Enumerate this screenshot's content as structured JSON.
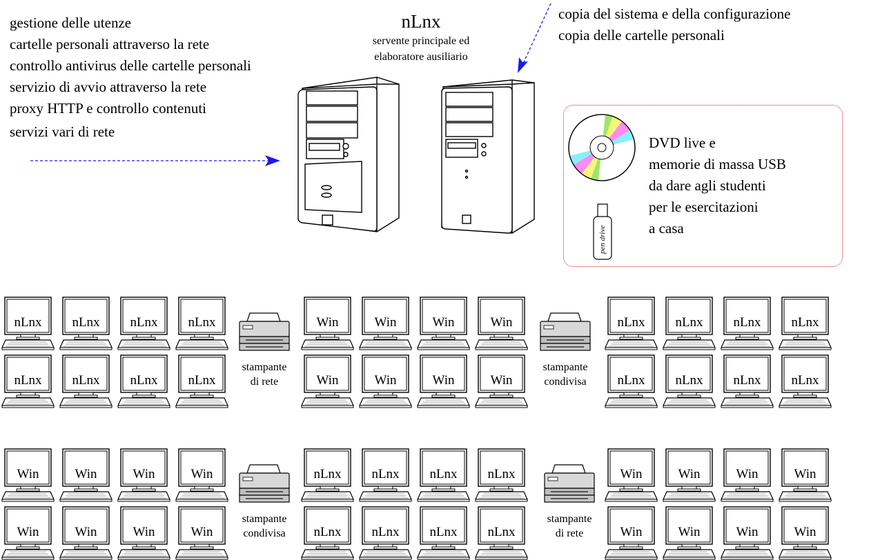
{
  "left_notes": [
    "gestione delle utenze",
    "cartelle personali attraverso la rete",
    "controllo antivirus delle cartelle personali",
    "servizio di avvio attraverso la rete",
    "proxy HTTP e controllo contenuti",
    "servizi vari di rete"
  ],
  "right_notes": [
    "copia del sistema e della configurazione",
    "copia delle cartelle personali"
  ],
  "server": {
    "name": "nLnx",
    "desc_line1": "servente principale ed",
    "desc_line2": "elaboratore ausiliario"
  },
  "media": {
    "lines": [
      "DVD live e",
      "memorie di massa USB",
      "da dare agli studenti",
      "per le esercitazioni",
      "a casa"
    ],
    "pen_label": "pen drive"
  },
  "printers": [
    {
      "line1": "stampante",
      "line2": "di rete"
    },
    {
      "line1": "stampante",
      "line2": "condivisa"
    },
    {
      "line1": "stampante",
      "line2": "condivisa"
    },
    {
      "line1": "stampante",
      "line2": "di rete"
    }
  ],
  "workstations": [
    [
      "nLnx",
      "nLnx",
      "nLnx",
      "nLnx",
      "Win",
      "Win",
      "Win",
      "Win",
      "nLnx",
      "nLnx",
      "nLnx",
      "nLnx"
    ],
    [
      "nLnx",
      "nLnx",
      "nLnx",
      "nLnx",
      "Win",
      "Win",
      "Win",
      "Win",
      "nLnx",
      "nLnx",
      "nLnx",
      "nLnx"
    ],
    [
      "Win",
      "Win",
      "Win",
      "Win",
      "nLnx",
      "nLnx",
      "nLnx",
      "nLnx",
      "Win",
      "Win",
      "Win",
      "Win"
    ],
    [
      "Win",
      "Win",
      "Win",
      "Win",
      "nLnx",
      "nLnx",
      "nLnx",
      "nLnx",
      "Win",
      "Win",
      "Win",
      "Win"
    ]
  ],
  "colors": {
    "arrow": "#1a1aee",
    "media_box_border": "#e11d1d"
  }
}
